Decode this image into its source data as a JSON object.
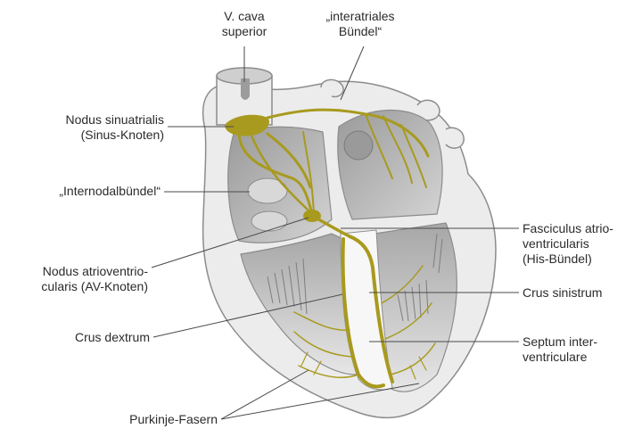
{
  "labels": {
    "vena_cava": [
      "V. cava",
      "superior"
    ],
    "interatrial": [
      "„interatriales",
      "Bündel“"
    ],
    "sa_node": [
      "Nodus sinuatrialis",
      "(Sinus-Knoten)"
    ],
    "internodal": [
      "„Internodalbündel“"
    ],
    "av_node": [
      "Nodus atrioventrio-",
      "cularis (AV-Knoten)"
    ],
    "crus_dextrum": [
      "Crus dextrum"
    ],
    "purkinje": [
      "Purkinje-Fasern"
    ],
    "his_bundle": [
      "Fasciculus atrio-",
      "ventricularis",
      "(His-Bündel)"
    ],
    "crus_sinistrum": [
      "Crus sinistrum"
    ],
    "septum": [
      "Septum inter-",
      "ventriculare"
    ]
  },
  "colors": {
    "conduction": "#a89a1e",
    "heart_wall": "#e9e9e9",
    "chamber": "#bcbcbc",
    "outline": "#8c8c8c",
    "leader": "#4a4a4a"
  }
}
